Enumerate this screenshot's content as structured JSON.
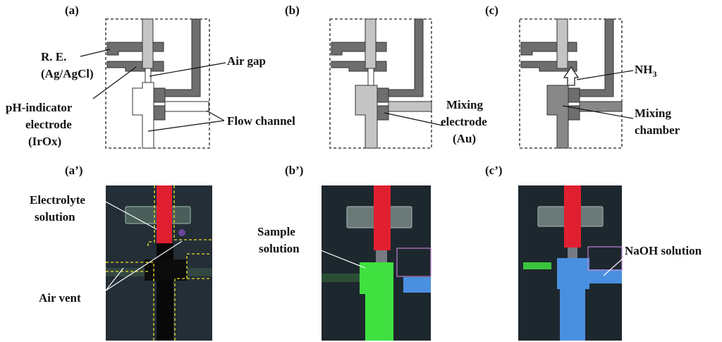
{
  "panels": {
    "a": "(a)",
    "b": "(b)",
    "c": "(c)",
    "a_prime": "(a’)",
    "b_prime": "(b’)",
    "c_prime": "(c’)"
  },
  "labels_a": {
    "re_line1": "R. E.",
    "re_line2": "(Ag/AgCl)",
    "air_gap": "Air gap",
    "ph_line1": "pH-indicator",
    "ph_line2": "electrode",
    "ph_line3": "(IrOx)",
    "flow_channel": "Flow channel"
  },
  "labels_b": {
    "mix_line1": "Mixing",
    "mix_line2": "electrode",
    "mix_line3": "(Au)"
  },
  "labels_c": {
    "nh3_main": "NH",
    "nh3_sub": "3",
    "chamber_line1": "Mixing",
    "chamber_line2": "chamber"
  },
  "labels_photos": {
    "electrolyte_line1": "Electrolyte",
    "electrolyte_line2": "solution",
    "air_vent": "Air vent",
    "sample_line1": "Sample",
    "sample_line2": "solution",
    "naoh": "NaOH solution"
  },
  "colors": {
    "dark_electrode": "#6e6e6e",
    "light_channel": "#c4c4c4",
    "photo_bg": "#1f2a33",
    "red_channel": "#e02030",
    "green_channel": "#3fe040",
    "blue_channel": "#4a90e0",
    "vent_outline": "#f0e020"
  }
}
